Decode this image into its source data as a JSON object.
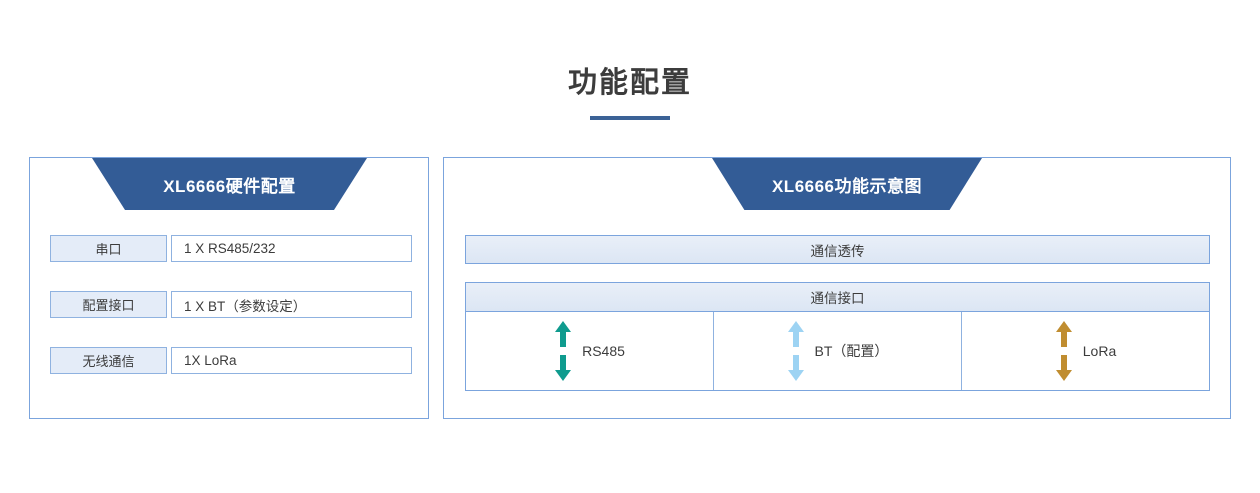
{
  "page": {
    "title": "功能配置",
    "accent_color": "#3b6296",
    "banner_color": "#335c96",
    "panel_border_color": "#7ba4dd",
    "cell_fill_color": "#e4ecf8"
  },
  "left_panel": {
    "banner_title": "XL6666硬件配置",
    "rows": [
      {
        "label": "串口",
        "value": "1 X RS485/232"
      },
      {
        "label": "配置接口",
        "value": "1 X BT（参数设定）"
      },
      {
        "label": "无线通信",
        "value": "1X LoRa"
      }
    ]
  },
  "right_panel": {
    "banner_title": "XL6666功能示意图",
    "transparent_band": "通信透传",
    "interface_header": "通信接口",
    "interfaces": [
      {
        "label": "RS485",
        "arrow_icon": "double-arrow-vertical-icon",
        "color": "#0f9b8e"
      },
      {
        "label": "BT（配置）",
        "arrow_icon": "double-arrow-vertical-icon",
        "color": "#9dd3f3"
      },
      {
        "label": "LoRa",
        "arrow_icon": "double-arrow-vertical-icon",
        "color": "#c08d30"
      }
    ]
  }
}
